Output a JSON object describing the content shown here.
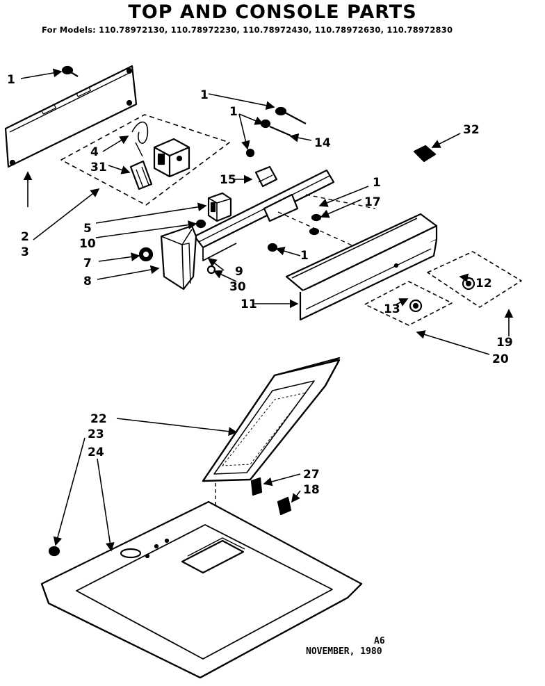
{
  "title": "TOP AND CONSOLE PARTS",
  "models_line": "For Models: 110.78972130, 110.78972230, 110.78972430, 110.78972630, 110.78972830",
  "callouts": {
    "c1a": "1",
    "c1b": "1",
    "c1c": "1",
    "c1d": "1",
    "c1e": "1",
    "c2": "2",
    "c3": "3",
    "c4": "4",
    "c5": "5",
    "c7": "7",
    "c8": "8",
    "c9": "9",
    "c10": "10",
    "c11": "11",
    "c12": "12",
    "c13": "13",
    "c14": "14",
    "c15": "15",
    "c17": "17",
    "c18": "18",
    "c19": "19",
    "c20": "20",
    "c22": "22",
    "c23": "23",
    "c24": "24",
    "c27": "27",
    "c30": "30",
    "c31": "31",
    "c32": "32"
  },
  "footer": {
    "code": "A6",
    "date": "NOVEMBER, 1980"
  }
}
